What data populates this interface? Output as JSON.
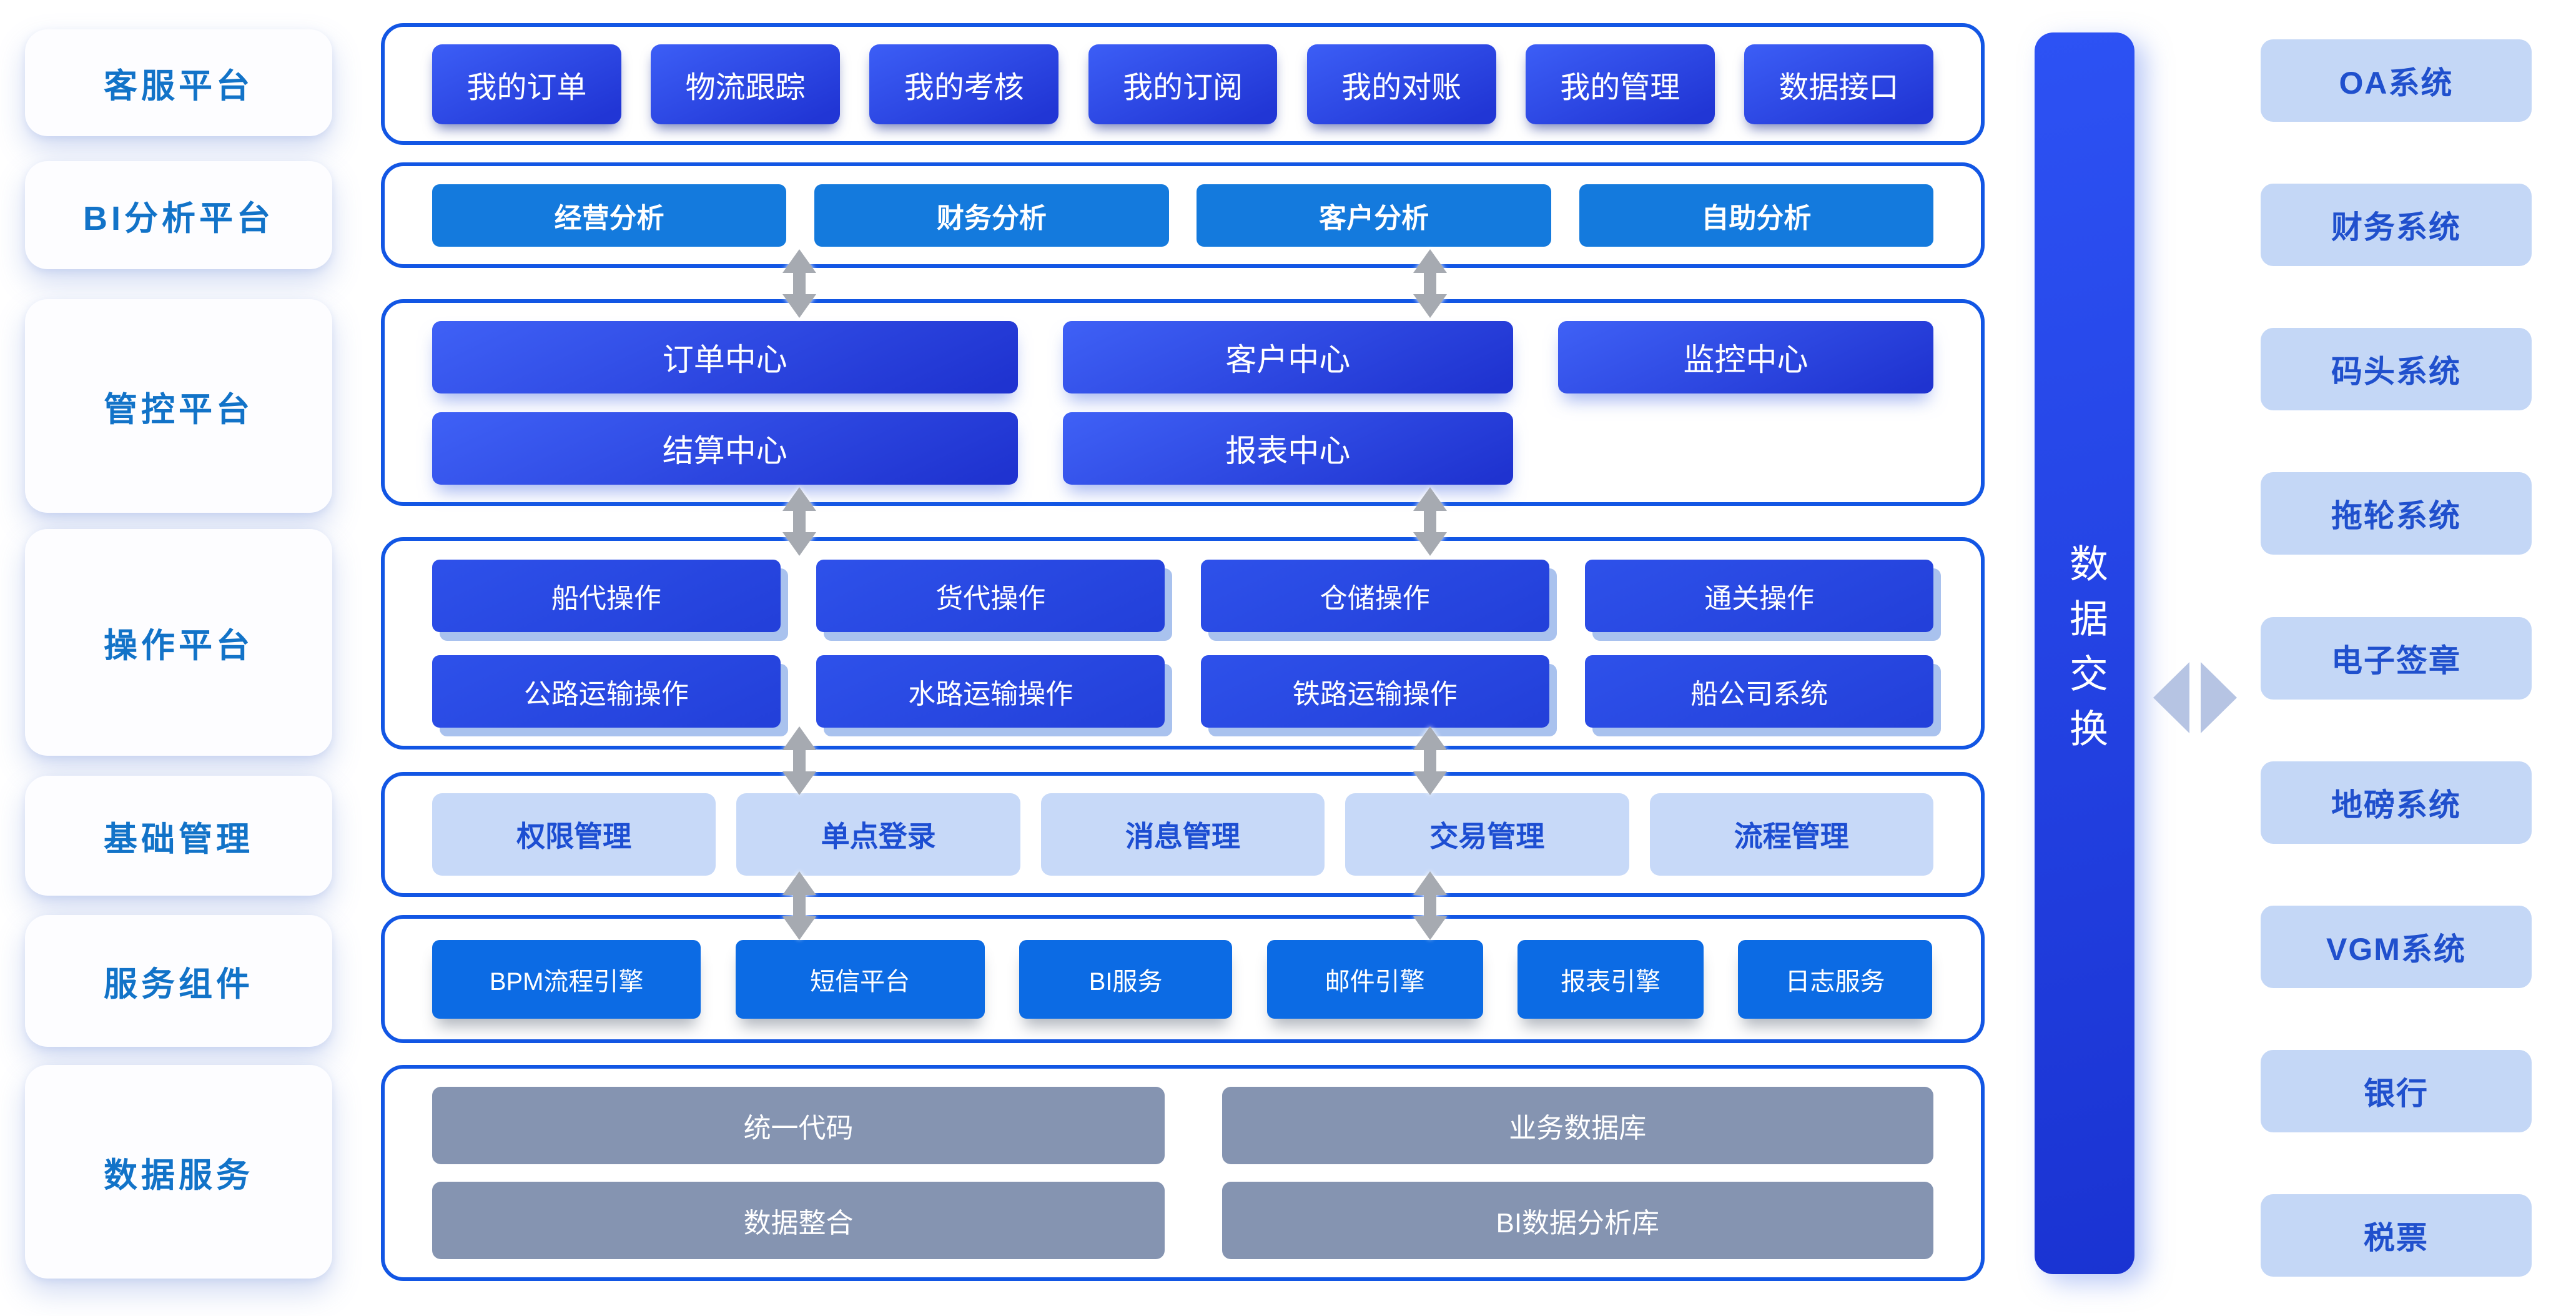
{
  "sidebar": {
    "items": [
      "客服平台",
      "BI分析平台",
      "管控平台",
      "操作平台",
      "基础管理",
      "服务组件",
      "数据服务"
    ]
  },
  "sections": [
    {
      "id": "customer-service-platform",
      "rows": [
        [
          "我的订单",
          "物流跟踪",
          "我的考核",
          "我的订阅",
          "我的对账",
          "我的管理",
          "数据接口"
        ]
      ]
    },
    {
      "id": "bi-analysis-platform",
      "rows": [
        [
          "经营分析",
          "财务分析",
          "客户分析",
          "自助分析"
        ]
      ]
    },
    {
      "id": "control-platform",
      "rows": [
        [
          "订单中心",
          "客户中心",
          "监控中心"
        ],
        [
          "结算中心",
          "报表中心"
        ]
      ]
    },
    {
      "id": "operation-platform",
      "rows": [
        [
          "船代操作",
          "货代操作",
          "仓储操作",
          "通关操作"
        ],
        [
          "公路运输操作",
          "水路运输操作",
          "铁路运输操作",
          "船公司系统"
        ]
      ]
    },
    {
      "id": "basic-management",
      "rows": [
        [
          "权限管理",
          "单点登录",
          "消息管理",
          "交易管理",
          "流程管理"
        ]
      ]
    },
    {
      "id": "service-components",
      "rows": [
        [
          "BPM流程引擎",
          "短信平台",
          "BI服务",
          "邮件引擎",
          "报表引擎",
          "日志服务"
        ]
      ]
    },
    {
      "id": "data-services",
      "rows": [
        [
          "统一代码",
          "业务数据库"
        ],
        [
          "数据整合",
          "BI数据分析库"
        ]
      ]
    }
  ],
  "exchange_bar": {
    "label": "数据交换"
  },
  "external_systems": [
    "OA系统",
    "财务系统",
    "码头系统",
    "拖轮系统",
    "电子签章",
    "地磅系统",
    "VGM系统",
    "银行",
    "税票"
  ],
  "icons": {
    "section_connector": "double-arrow-vertical",
    "exchange_connector": "double-arrow-horizontal"
  },
  "colors": {
    "section_border": "#1256e4",
    "royal_button": "#2b4ae0",
    "azure_button": "#147add",
    "azure_button_dark": "#0c6be4",
    "light_chip_bg": "#c7d9f8",
    "light_chip_text": "#1d4ed2",
    "gray_button": "#8594b1",
    "sidebar_text": "#1273c8",
    "external_chip_bg": "#c4d7f6",
    "external_chip_text": "#2050cd",
    "exchange_bar": "#2443e6",
    "connector_gray": "#a6aab1",
    "connector_periwinkle": "#b6c4e3"
  }
}
